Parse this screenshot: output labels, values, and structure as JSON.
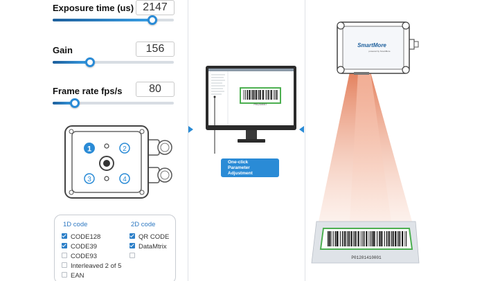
{
  "parameters": {
    "exposure": {
      "label": "Exposure time (us)",
      "value": "2147",
      "level": 0.82
    },
    "gain": {
      "label": "Gain",
      "value": "156",
      "level": 0.31
    },
    "frame_rate": {
      "label": "Frame rate fps/s",
      "value": "80",
      "level": 0.18
    }
  },
  "camera_ports": [
    "1",
    "2",
    "3",
    "4"
  ],
  "codes": {
    "one_d_title": "1D code",
    "two_d_title": "2D code",
    "one_d": [
      {
        "label": "CODE128",
        "checked": true
      },
      {
        "label": "CODE39",
        "checked": true
      },
      {
        "label": "CODE93",
        "checked": false
      },
      {
        "label": "Interleaved 2 of 5",
        "checked": false
      },
      {
        "label": "EAN",
        "checked": false
      }
    ],
    "two_d": [
      {
        "label": "QR CODE",
        "checked": true
      },
      {
        "label": "DataMtrix",
        "checked": true
      },
      {
        "label": "",
        "checked": false
      }
    ]
  },
  "callout": {
    "line1": "One-click",
    "line2": "Parameter",
    "line3": "Adjustment"
  },
  "screen_barcode_text": "P01234567",
  "scanner": {
    "brand": "SmartMore",
    "tagline": "powered by SmartMore"
  },
  "label_barcode_text": "P01201410001",
  "colors": {
    "accent": "#2a8bd6",
    "accent_dark": "#1d5f9c",
    "green_frame": "#4caf50",
    "beam": "#f0a98d"
  },
  "icons": [
    "port-number-icon",
    "barcode-icon",
    "monitor-icon",
    "scanner-icon",
    "light-beam-icon"
  ]
}
